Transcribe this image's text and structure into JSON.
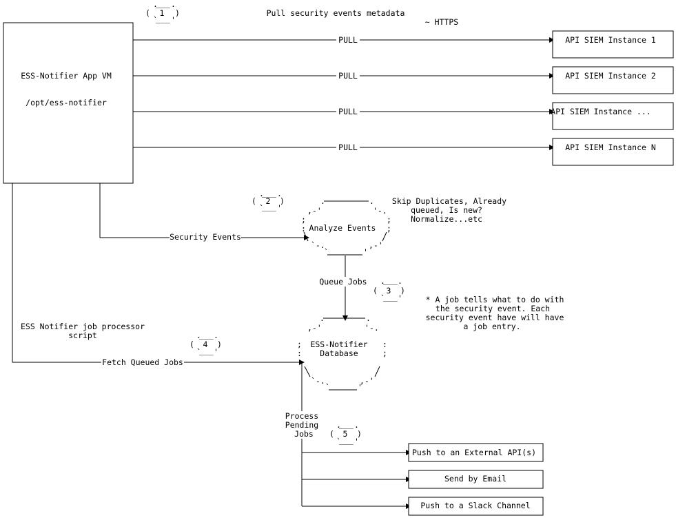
{
  "title": "Pull security events metadata",
  "protocol_note": "~ HTTPS",
  "app_vm": {
    "name": "ESS-Notifier App VM",
    "path": "/opt/ess-notifier"
  },
  "pull_label": "PULL",
  "siem_instances": [
    "API SIEM Instance 1",
    "API SIEM Instance 2",
    "API SIEM Instance ...",
    "API SIEM Instance N"
  ],
  "steps": [
    "1",
    "2",
    "3",
    "4",
    "5"
  ],
  "security_events_label": "Security Events",
  "analyze": {
    "label": "Analyze Events",
    "note_lines": [
      "Skip Duplicates, Already",
      "queued, Is new?",
      "Normalize...etc"
    ]
  },
  "queue_jobs_label": "Queue Jobs",
  "job_note_lines": [
    "* A job tells what to do with",
    "the security event. Each",
    "security event have will have",
    "a job entry."
  ],
  "processor_lines": [
    "ESS Notifier job processor",
    "script"
  ],
  "fetch_label": "Fetch Queued Jobs",
  "database": {
    "lines": [
      "ESS-Notifier",
      "Database"
    ]
  },
  "process_lines": [
    "Process",
    "Pending",
    "Jobs"
  ],
  "outputs": [
    "Push to an External API(s)",
    "Send by Email",
    "Push to a Slack Channel"
  ]
}
